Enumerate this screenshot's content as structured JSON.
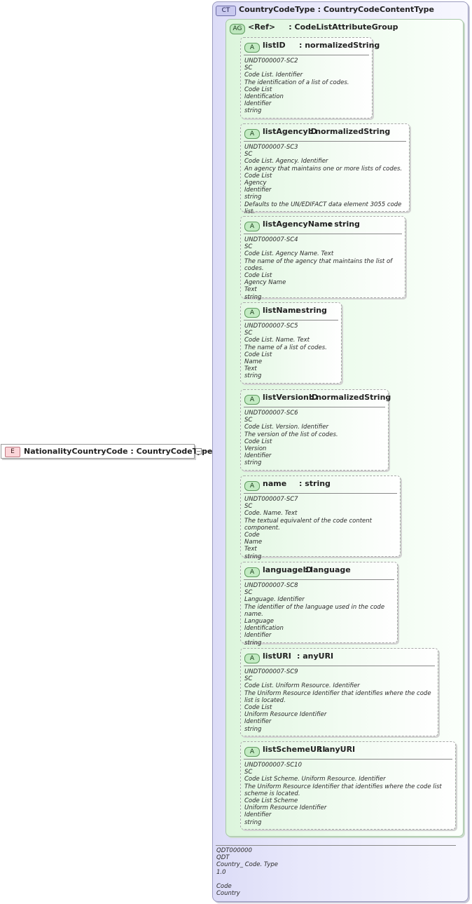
{
  "element": {
    "tag": "E",
    "name": "NationalityCountryCode",
    "type": "CountryCodeType",
    "collapse_glyph": "−"
  },
  "complex_type": {
    "tag": "CT",
    "name": "CountryCodeType",
    "base": "CountryCodeContentType",
    "doc": [
      "QDT000000",
      "QDT",
      "Country_ Code. Type",
      "1.0",
      "",
      "Code",
      "Country"
    ]
  },
  "attribute_group": {
    "tag": "AG",
    "name": "<Ref>",
    "ref": "CodeListAttributeGroup"
  },
  "attributes": [
    {
      "tag": "A",
      "name": "listID",
      "type": "normalizedString",
      "doc": [
        "UNDT000007-SC2",
        "SC",
        "Code List. Identifier",
        "The identification of a list of codes.",
        "Code List",
        "Identification",
        "Identifier",
        "string"
      ]
    },
    {
      "tag": "A",
      "name": "listAgencyID",
      "type": "normalizedString",
      "doc": [
        "UNDT000007-SC3",
        "SC",
        "Code List. Agency. Identifier",
        "An agency that maintains one or more lists of codes.",
        "Code List",
        "Agency",
        "Identifier",
        "string",
        "Defaults to the UN/EDIFACT data element 3055 code list."
      ]
    },
    {
      "tag": "A",
      "name": "listAgencyName",
      "type": "string",
      "doc": [
        "UNDT000007-SC4",
        "SC",
        "Code List. Agency Name. Text",
        "The name of the agency that maintains the list of codes.",
        "Code List",
        "Agency Name",
        "Text",
        "string"
      ]
    },
    {
      "tag": "A",
      "name": "listName",
      "type": "string",
      "doc": [
        "UNDT000007-SC5",
        "SC",
        "Code List. Name. Text",
        "The name of a list of codes.",
        "Code List",
        "Name",
        "Text",
        "string"
      ]
    },
    {
      "tag": "A",
      "name": "listVersionID",
      "type": "normalizedString",
      "doc": [
        "UNDT000007-SC6",
        "SC",
        "Code List. Version. Identifier",
        "The version of the list of codes.",
        "Code List",
        "Version",
        "Identifier",
        "string"
      ]
    },
    {
      "tag": "A",
      "name": "name",
      "type": "string",
      "doc": [
        "UNDT000007-SC7",
        "SC",
        "Code. Name. Text",
        "The textual equivalent of the code content component.",
        "Code",
        "Name",
        "Text",
        "string"
      ]
    },
    {
      "tag": "A",
      "name": "languageID",
      "type": "language",
      "doc": [
        "UNDT000007-SC8",
        "SC",
        "Language. Identifier",
        "The identifier of the language used in the code name.",
        "Language",
        "Identification",
        "Identifier",
        "string"
      ]
    },
    {
      "tag": "A",
      "name": "listURI",
      "type": "anyURI",
      "doc": [
        "UNDT000007-SC9",
        "SC",
        "Code List. Uniform Resource. Identifier",
        "The Uniform Resource Identifier that identifies where the code list is located.",
        "Code List",
        "Uniform Resource Identifier",
        "Identifier",
        "string"
      ]
    },
    {
      "tag": "A",
      "name": "listSchemeURI",
      "type": "anyURI",
      "doc": [
        "UNDT000007-SC10",
        "SC",
        "Code List Scheme. Uniform Resource. Identifier",
        "The Uniform Resource Identifier that identifies where the code list scheme is located.",
        "Code List Scheme",
        "Uniform Resource Identifier",
        "Identifier",
        "string"
      ]
    }
  ],
  "colors": {
    "element_fill": "#fbd5d9",
    "complex_type_fill": "#dcdcf7",
    "attribute_fill": "#dcf5dc"
  }
}
